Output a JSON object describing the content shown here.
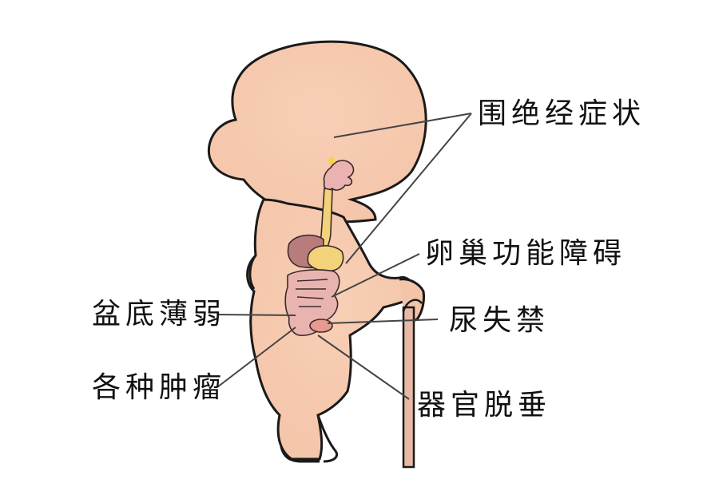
{
  "diagram": {
    "subject": "elderly woman with cane, internal organs shown",
    "colors": {
      "body_fill": "#f6cdb4",
      "outline": "#1a1a1a",
      "esophagus": "#f3d27a",
      "stomach": "#f3d27a",
      "liver": "#b97c7c",
      "intestines": "#e9b4b0",
      "bladder": "#e79a8f",
      "cane": "#e8b9a4",
      "leader_line": "#444444"
    },
    "labels": [
      {
        "id": "menopause",
        "text": "围绝经症状"
      },
      {
        "id": "ovarian",
        "text": "卵巢功能障碍"
      },
      {
        "id": "incontinence",
        "text": "尿失禁"
      },
      {
        "id": "pelvic-floor",
        "text": "盆底薄弱"
      },
      {
        "id": "tumors",
        "text": "各种肿瘤"
      },
      {
        "id": "prolapse",
        "text": "器官脱垂"
      }
    ]
  }
}
